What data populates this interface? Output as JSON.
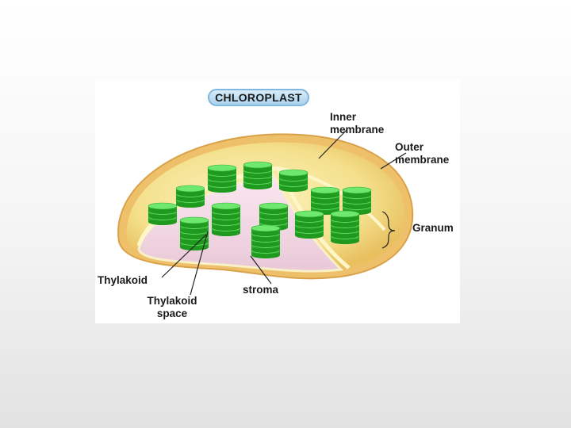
{
  "diagram": {
    "title": "CHLOROPLAST",
    "labels": {
      "inner_membrane": "Inner\nmembrane",
      "outer_membrane": "Outer\nmembrane",
      "granum": "Granum",
      "thylakoid": "Thylakoid",
      "thylakoid_space": "Thylakoid\nspace",
      "stroma": "stroma"
    },
    "colors": {
      "title_fill": "#a9d2ee",
      "outer_membrane": "#f0c46a",
      "stroma": "#f7eaa0",
      "thylakoid": "#3ed23e",
      "thylakoid_dark": "#1f9a1f",
      "inner_membrane": "#fff6c8"
    }
  }
}
